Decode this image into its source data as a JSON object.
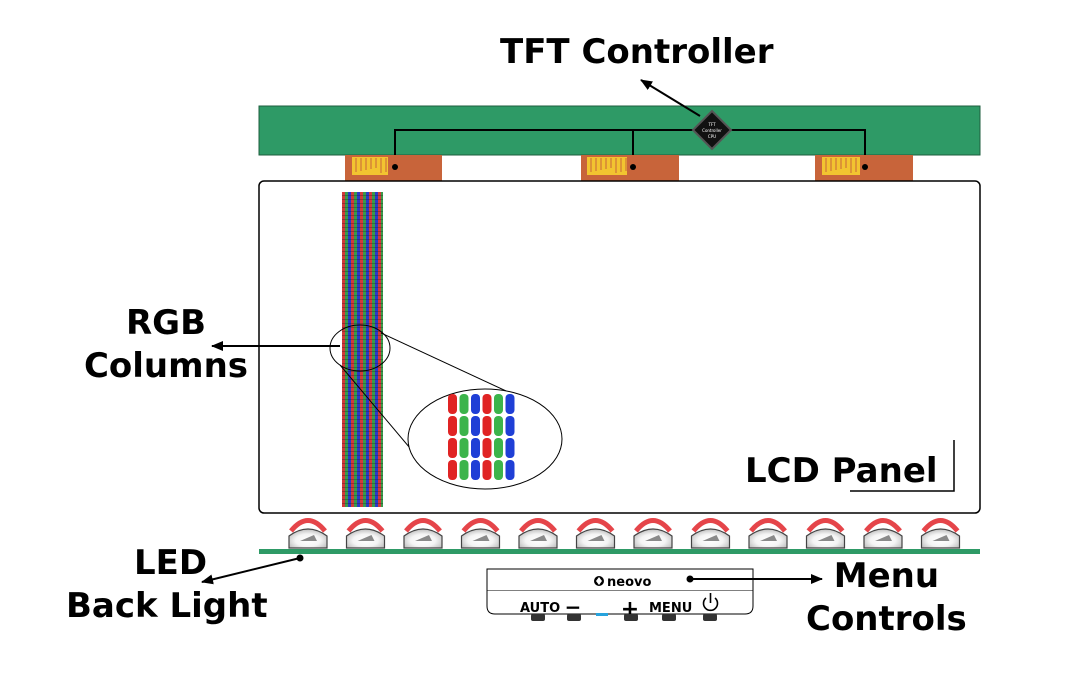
{
  "labels": {
    "tft_controller": "TFT Controller",
    "rgb_line1": "RGB",
    "rgb_line2": "Columns",
    "lcd_panel": "LCD Panel",
    "led_line1": "LED",
    "led_line2": "Back Light",
    "menu_line1": "Menu",
    "menu_line2": "Controls"
  },
  "chip": {
    "line1": "TFT",
    "line2": "Controller",
    "line3": "CPU"
  },
  "bezel": {
    "brand": "neovo",
    "buttons": [
      "AUTO",
      "−",
      "+",
      "MENU",
      "⏻"
    ]
  },
  "colors": {
    "pcb_green": "#2e9a66",
    "flex_orange": "#c8643a",
    "flex_gold": "#f2c430",
    "led_red": "#e0252a",
    "pixel_red": "#e02424",
    "pixel_green": "#3cb44b",
    "pixel_blue": "#1f3fd6"
  },
  "icons": [
    "led-icon",
    "power-icon",
    "neovo-logo-icon"
  ],
  "counts": {
    "leds": 12
  }
}
